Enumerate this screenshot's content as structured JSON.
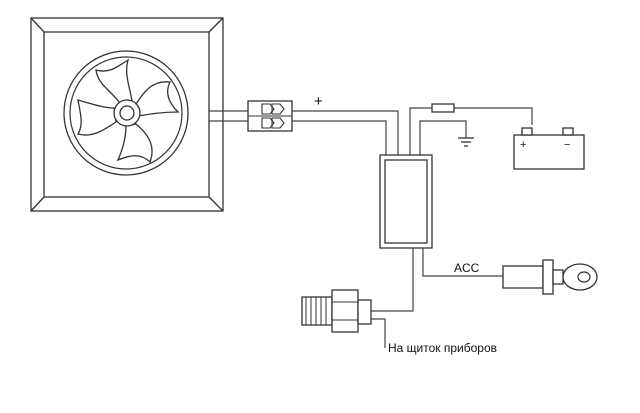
{
  "labels": {
    "plus": "+",
    "battery_plus": "+",
    "battery_minus": "−",
    "acc": "ACC",
    "dashboard": "На щиток приборов"
  },
  "colors": {
    "background": "#ffffff",
    "stroke": "#333333",
    "fan_fill": "#ffffff"
  },
  "components": {
    "fan": "fan-icon",
    "connector": "plug-connector-icon",
    "fuse": "fuse-icon",
    "ground": "ground-icon",
    "battery": "battery-icon",
    "relay": "relay-box",
    "ignition": "ignition-key-icon",
    "sensor": "temperature-sensor-icon"
  }
}
